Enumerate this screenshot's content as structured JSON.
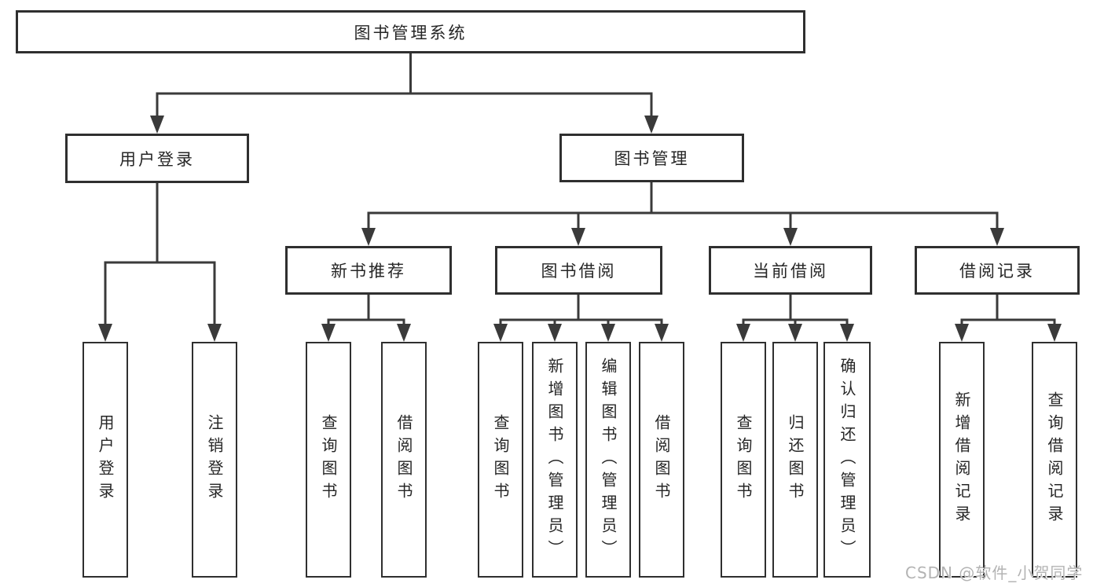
{
  "tree": {
    "root": {
      "label": "图书管理系统"
    },
    "children": [
      {
        "label": "用户登录",
        "children": [
          {
            "label": "用户登录"
          },
          {
            "label": "注销登录"
          }
        ]
      },
      {
        "label": "图书管理",
        "children": [
          {
            "label": "新书推荐",
            "children": [
              {
                "label": "查询图书"
              },
              {
                "label": "借阅图书"
              }
            ]
          },
          {
            "label": "图书借阅",
            "children": [
              {
                "label": "查询图书"
              },
              {
                "label": "新增图书（管理员）"
              },
              {
                "label": "编辑图书（管理员）"
              },
              {
                "label": "借阅图书"
              }
            ]
          },
          {
            "label": "当前借阅",
            "children": [
              {
                "label": "查询图书"
              },
              {
                "label": "归还图书"
              },
              {
                "label": "确认归还（管理员）"
              }
            ]
          },
          {
            "label": "借阅记录",
            "children": [
              {
                "label": "新增借阅记录"
              },
              {
                "label": "查询借阅记录"
              }
            ]
          }
        ]
      }
    ]
  },
  "watermark": {
    "text": "CSDN @软件_小贺同学"
  },
  "colors": {
    "line-color": "#3a3a3a",
    "box-border": "#2f2f2f",
    "box-fill": "#ffffff",
    "text-color": "#262626",
    "watermark-color": "#b3b3b3",
    "bg": "#ffffff"
  }
}
